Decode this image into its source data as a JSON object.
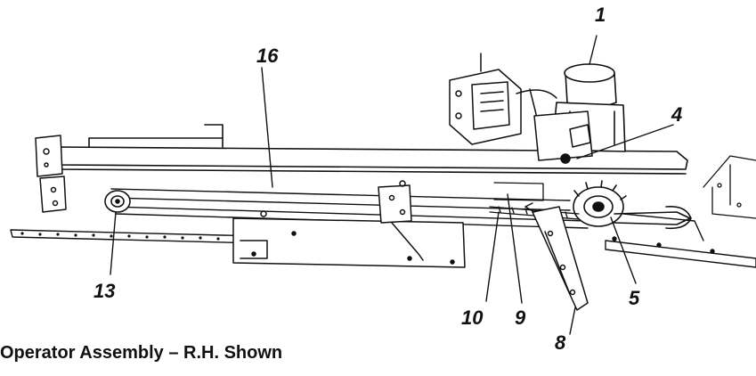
{
  "caption": "Operator Assembly – R.H. Shown",
  "callouts": {
    "c1": "1",
    "c4": "4",
    "c5": "5",
    "c8": "8",
    "c9": "9",
    "c10": "10",
    "c13": "13",
    "c16": "16"
  },
  "colors": {
    "ink": "#111111",
    "paper": "#ffffff"
  }
}
